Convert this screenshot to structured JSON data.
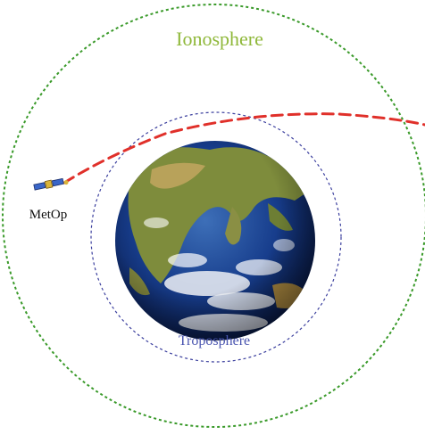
{
  "labels": {
    "ionosphere": "Ionosphere",
    "troposphere": "Troposphere",
    "satellite": "MetOp"
  },
  "colors": {
    "ionosphere_ring": "#3a9a2a",
    "ionosphere_text": "#8fb83a",
    "troposphere_ring": "#3b3f9e",
    "troposphere_text": "#4a55b0",
    "signal_path": "#e0302a",
    "satellite_label": "#111111",
    "ocean": "#0e2a6e",
    "land": "#7a8a3a",
    "clouds": "#f2f4f8"
  },
  "icons": {
    "satellite": "satellite-icon",
    "earth": "earth-globe-icon"
  }
}
